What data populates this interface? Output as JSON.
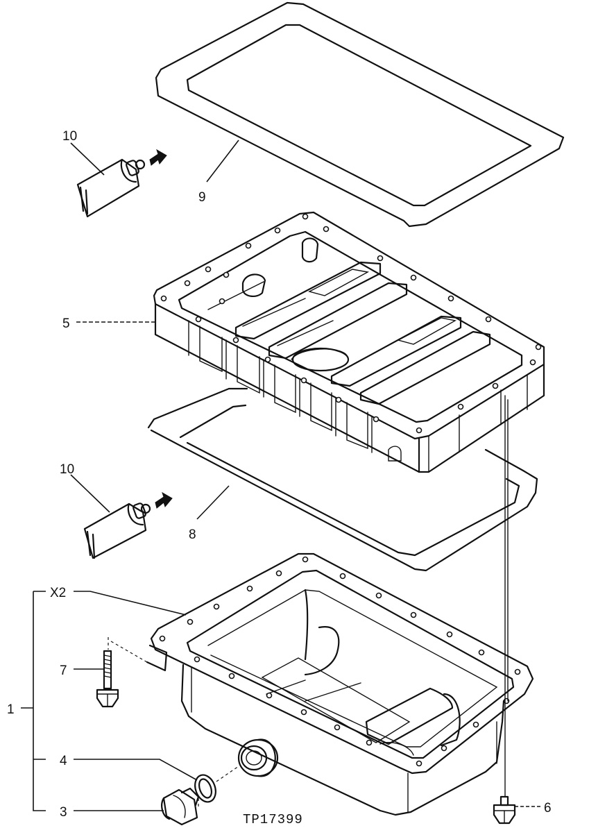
{
  "figure_code": "TP17399",
  "callouts": {
    "c1": "1",
    "c3": "3",
    "c4": "4",
    "c5": "5",
    "c6": "6",
    "c7": "7",
    "c8": "8",
    "c9": "9",
    "c10_top": "10",
    "c10_bottom": "10",
    "x2": "X2"
  }
}
